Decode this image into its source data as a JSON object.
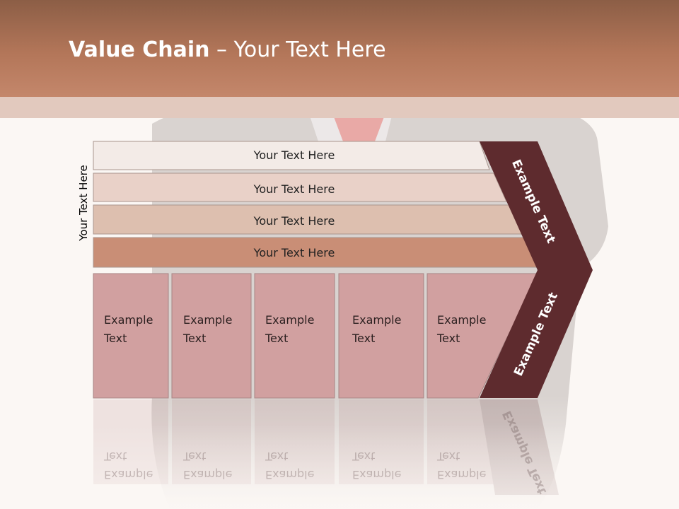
{
  "title": {
    "bold": "Value Chain",
    "rest": " – Your Text Here"
  },
  "side_label": "Your Text Here",
  "rows": [
    {
      "label": "Your Text Here",
      "color": "#f3ebe7"
    },
    {
      "label": "Your Text Here",
      "color": "#e9d1c8"
    },
    {
      "label": "Your Text Here",
      "color": "#ddbfaf"
    },
    {
      "label": "Your Text Here",
      "color": "#c98e76"
    }
  ],
  "columns": [
    {
      "label": "Example\nText"
    },
    {
      "label": "Example\nText"
    },
    {
      "label": "Example\nText"
    },
    {
      "label": "Example\nText"
    },
    {
      "label": "Example\nText"
    }
  ],
  "chevron": {
    "upper": "Example Text",
    "lower": "Example Text",
    "color": "#5e2b2e"
  },
  "colors": {
    "header": "#b37659",
    "column": "#d1a0a0",
    "background": "#fbf7f4"
  }
}
